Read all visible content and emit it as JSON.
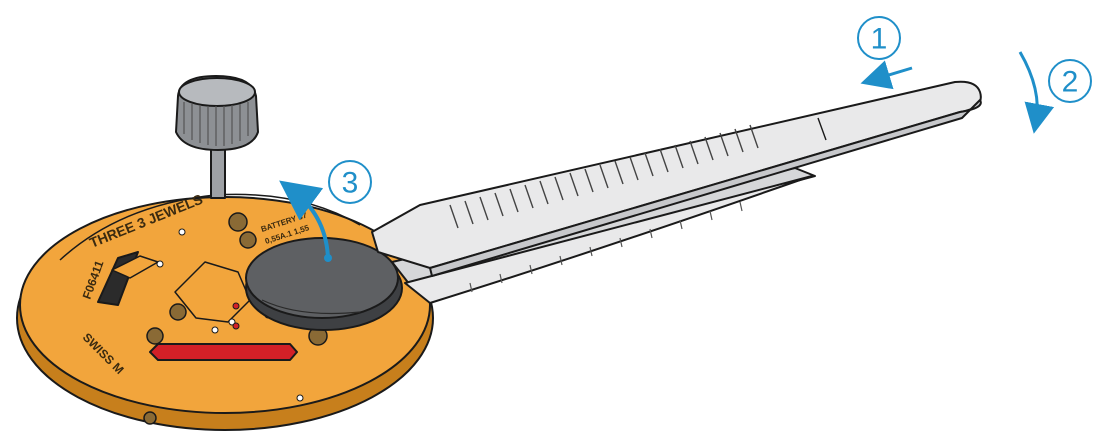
{
  "steps": [
    {
      "number": "1",
      "direction": "push-toward-movement"
    },
    {
      "number": "2",
      "direction": "rotate-downward"
    },
    {
      "number": "3",
      "direction": "lift-battery-out"
    }
  ],
  "movement": {
    "jewels_text": "THREE 3 JEWELS",
    "calibre_text": "F06411",
    "origin_text": "SWISS M",
    "battery_text_line1": "BATTERY 37",
    "battery_text_line2": "0,55A.1  1,55"
  },
  "colors": {
    "accent": "#1f8fc9",
    "movement_plate": "#f2a53c",
    "movement_edge": "#c77f1c",
    "battery": "#5e6063",
    "tweezers": "#e9e9ea",
    "outline": "#1a1a1a",
    "red_slot": "#d32027"
  },
  "icons": [
    "crown-icon",
    "battery-icon",
    "tweezers-icon",
    "arrow-icon"
  ]
}
